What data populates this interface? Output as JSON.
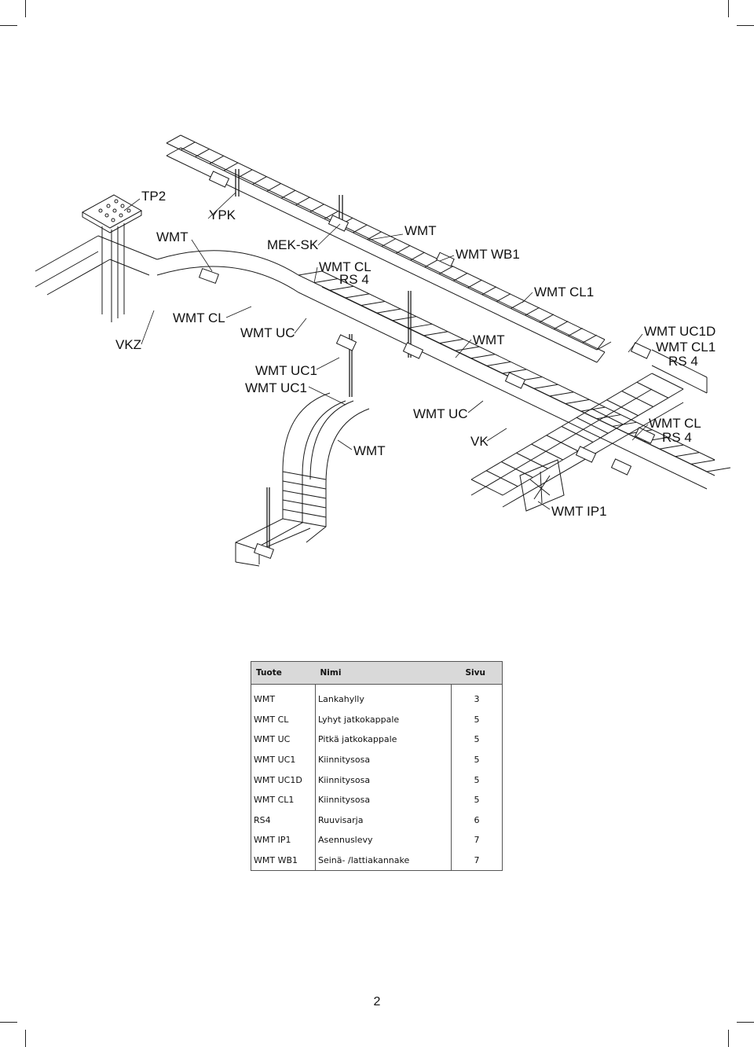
{
  "diagram": {
    "labels": {
      "tp2": "TP2",
      "ypk": "YPK",
      "wmt_left": "WMT",
      "mek_sk": "MEK-SK",
      "wmt_top": "WMT",
      "wmt_wb1": "WMT WB1",
      "wmt_cl_rs4_a": "WMT CL",
      "wmt_cl_rs4_b": "RS 4",
      "wmt_cl1": "WMT CL1",
      "wmt_cl_left": "WMT CL",
      "vkz": "VKZ",
      "wmt_uc_left": "WMT UC",
      "wmt_mid": "WMT",
      "wmt_uc1d": "WMT UC1D",
      "wmt_cl1_right": "WMT CL1",
      "rs4_right": "RS 4",
      "wmt_uc1_a": "WMT UC1",
      "wmt_uc1_b": "WMT UC1",
      "wmt_uc_mid": "WMT UC",
      "wmt_low": "WMT",
      "vk": "VK",
      "wmt_cl_right": "WMT CL",
      "rs4_right2": "RS 4",
      "wmt_ip1": "WMT IP1"
    }
  },
  "table": {
    "headers": [
      "Tuote",
      "Nimi",
      "Sivu"
    ],
    "rows": [
      {
        "tuote": "WMT",
        "nimi": "Lankahylly",
        "sivu": "3"
      },
      {
        "tuote": "WMT CL",
        "nimi": "Lyhyt jatkokappale",
        "sivu": "5"
      },
      {
        "tuote": "WMT UC",
        "nimi": "Pitkä jatkokappale",
        "sivu": "5"
      },
      {
        "tuote": "WMT UC1",
        "nimi": "Kiinnitysosa",
        "sivu": "5"
      },
      {
        "tuote": "WMT UC1D",
        "nimi": "Kiinnitysosa",
        "sivu": "5"
      },
      {
        "tuote": "WMT CL1",
        "nimi": "Kiinnitysosa",
        "sivu": "5"
      },
      {
        "tuote": "RS4",
        "nimi": "Ruuvisarja",
        "sivu": "6"
      },
      {
        "tuote": "WMT IP1",
        "nimi": "Asennuslevy",
        "sivu": "7"
      },
      {
        "tuote": "WMT WB1",
        "nimi": "Seinä- /lattiakannake",
        "sivu": "7"
      }
    ]
  },
  "page_number": "2"
}
